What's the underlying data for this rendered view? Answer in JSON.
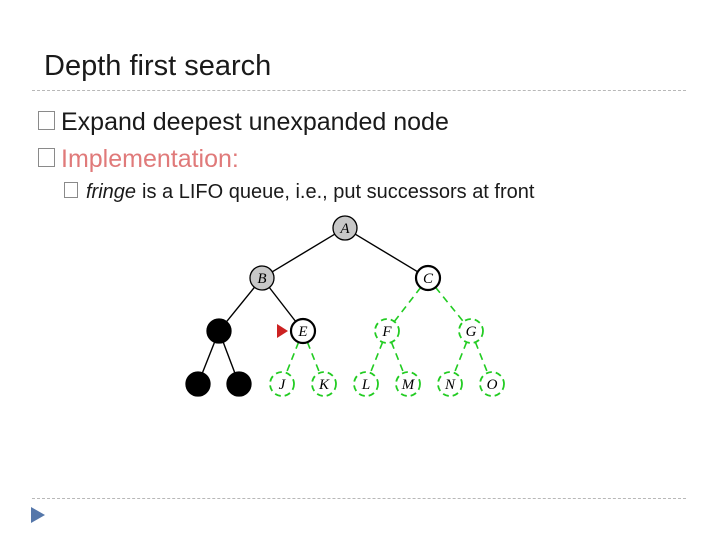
{
  "title": "Depth first search",
  "bullets": {
    "b1": "Expand deepest unexpanded node",
    "b2": "Implementation:",
    "b3_italic": "fringe",
    "b3_rest": "is a LIFO queue, i.e., put successors at front"
  },
  "tree": {
    "nodes": [
      {
        "id": "A",
        "label": "A",
        "state": "expanded"
      },
      {
        "id": "B",
        "label": "B",
        "state": "expanded"
      },
      {
        "id": "C",
        "label": "C",
        "state": "fringe"
      },
      {
        "id": "D",
        "label": "",
        "state": "removed"
      },
      {
        "id": "E",
        "label": "E",
        "state": "current"
      },
      {
        "id": "F",
        "label": "F",
        "state": "unexplored"
      },
      {
        "id": "G",
        "label": "G",
        "state": "unexplored"
      },
      {
        "id": "H",
        "label": "",
        "state": "removed"
      },
      {
        "id": "I",
        "label": "",
        "state": "removed"
      },
      {
        "id": "J",
        "label": "J",
        "state": "unexplored"
      },
      {
        "id": "K",
        "label": "K",
        "state": "unexplored"
      },
      {
        "id": "L",
        "label": "L",
        "state": "unexplored"
      },
      {
        "id": "M",
        "label": "M",
        "state": "unexplored"
      },
      {
        "id": "N",
        "label": "N",
        "state": "unexplored"
      },
      {
        "id": "O",
        "label": "O",
        "state": "unexplored"
      }
    ],
    "edges": [
      {
        "from": "A",
        "to": "B",
        "style": "solid"
      },
      {
        "from": "A",
        "to": "C",
        "style": "solid"
      },
      {
        "from": "B",
        "to": "D",
        "style": "solid"
      },
      {
        "from": "B",
        "to": "E",
        "style": "solid"
      },
      {
        "from": "C",
        "to": "F",
        "style": "dashed"
      },
      {
        "from": "C",
        "to": "G",
        "style": "dashed"
      },
      {
        "from": "D",
        "to": "H",
        "style": "solid"
      },
      {
        "from": "D",
        "to": "I",
        "style": "solid"
      },
      {
        "from": "E",
        "to": "J",
        "style": "dashed"
      },
      {
        "from": "E",
        "to": "K",
        "style": "dashed"
      },
      {
        "from": "F",
        "to": "L",
        "style": "dashed"
      },
      {
        "from": "F",
        "to": "M",
        "style": "dashed"
      },
      {
        "from": "G",
        "to": "N",
        "style": "dashed"
      },
      {
        "from": "G",
        "to": "O",
        "style": "dashed"
      }
    ]
  },
  "colors": {
    "expanded": "#c8c8c8",
    "removed": "#000000",
    "unexplored": "#22cc22",
    "pointer": "#cc2222",
    "accent_text": "#e07a7a"
  }
}
